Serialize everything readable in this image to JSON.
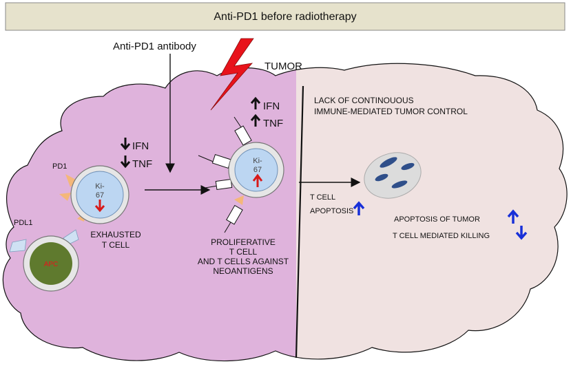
{
  "header": {
    "title": "Anti-PD1 before radiotherapy"
  },
  "labels": {
    "antibody": "Anti-PD1 antibody",
    "tumor": "TUMOR",
    "pd1": "PD1",
    "pdl1": "PDL1",
    "apc": "APC",
    "ki67_line1": "Ki-",
    "ki67_line2": "67",
    "exhausted_line1": "EXHAUSTED",
    "exhausted_line2": "T CELL",
    "prolif_line1": "PROLIFERATIVE",
    "prolif_line2": "T CELL",
    "prolif_line3": "AND T CELLS AGAINST",
    "prolif_line4": "NEOANTIGENS",
    "lack_line1": "LACK OF CONTINOUOUS",
    "lack_line2": "IMMUNE-MEDIATED TUMOR CONTROL",
    "tcell": "T CELL",
    "apoptosis": "APOPTOSIS",
    "apoptosis_tumor": "APOPTOSIS OF TUMOR",
    "tcell_killing": "T CELL MEDIATED KILLING"
  },
  "cytokines": {
    "left": [
      "IFN",
      "TNF"
    ],
    "right": [
      "IFN",
      "TNF"
    ]
  },
  "colors": {
    "header_fill": "#e6e2cc",
    "tumor_left": "#dfb3dc",
    "tumor_right": "#f0e2e1",
    "lightning": "#e8131b",
    "nucleus": "#bcd6f2",
    "apc_core": "#5f7a2e",
    "receptor": "#f4b77a",
    "blue_arrow": "#1830d8",
    "red_arrow": "#d81a1a"
  }
}
